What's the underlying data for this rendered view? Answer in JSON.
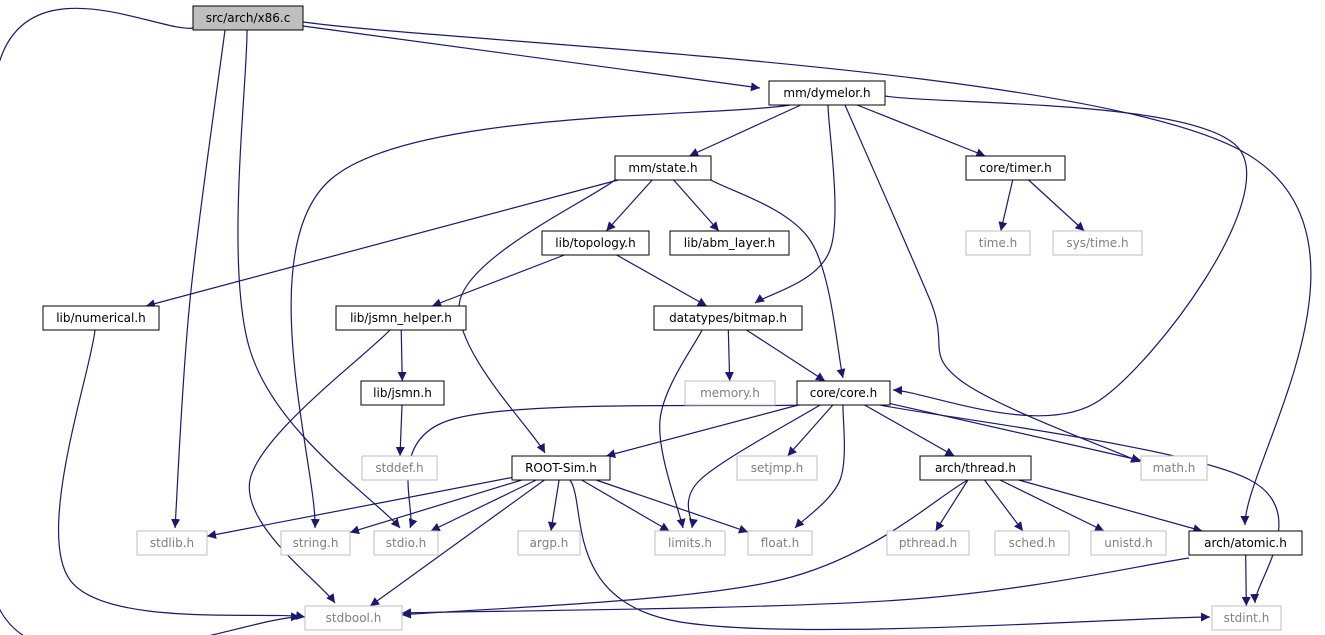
{
  "diagram": {
    "type": "include-dependency-graph",
    "colors": {
      "edge": "#191970",
      "root_fill": "#bfbfbf",
      "internal_border": "#000000",
      "system_border": "#bfbfbf",
      "internal_text": "#000000",
      "system_text": "#808080"
    },
    "nodes": [
      {
        "id": "x86",
        "label": "src/arch/x86.c",
        "kind": "root"
      },
      {
        "id": "dymelor",
        "label": "mm/dymelor.h",
        "kind": "internal"
      },
      {
        "id": "state",
        "label": "mm/state.h",
        "kind": "internal"
      },
      {
        "id": "timer",
        "label": "core/timer.h",
        "kind": "internal"
      },
      {
        "id": "topology",
        "label": "lib/topology.h",
        "kind": "internal"
      },
      {
        "id": "abm",
        "label": "lib/abm_layer.h",
        "kind": "internal"
      },
      {
        "id": "numerical",
        "label": "lib/numerical.h",
        "kind": "internal"
      },
      {
        "id": "jsmnh",
        "label": "lib/jsmn_helper.h",
        "kind": "internal"
      },
      {
        "id": "bitmap",
        "label": "datatypes/bitmap.h",
        "kind": "internal"
      },
      {
        "id": "jsmn",
        "label": "lib/jsmn.h",
        "kind": "internal"
      },
      {
        "id": "core",
        "label": "core/core.h",
        "kind": "internal"
      },
      {
        "id": "rootsim",
        "label": "ROOT-Sim.h",
        "kind": "internal"
      },
      {
        "id": "thread",
        "label": "arch/thread.h",
        "kind": "internal"
      },
      {
        "id": "atomic",
        "label": "arch/atomic.h",
        "kind": "internal"
      },
      {
        "id": "time",
        "label": "time.h",
        "kind": "system"
      },
      {
        "id": "systime",
        "label": "sys/time.h",
        "kind": "system"
      },
      {
        "id": "memory",
        "label": "memory.h",
        "kind": "system"
      },
      {
        "id": "stddef",
        "label": "stddef.h",
        "kind": "system"
      },
      {
        "id": "setjmp",
        "label": "setjmp.h",
        "kind": "system"
      },
      {
        "id": "math",
        "label": "math.h",
        "kind": "system"
      },
      {
        "id": "stdlib",
        "label": "stdlib.h",
        "kind": "system"
      },
      {
        "id": "string",
        "label": "string.h",
        "kind": "system"
      },
      {
        "id": "stdio",
        "label": "stdio.h",
        "kind": "system"
      },
      {
        "id": "argp",
        "label": "argp.h",
        "kind": "system"
      },
      {
        "id": "limits",
        "label": "limits.h",
        "kind": "system"
      },
      {
        "id": "float",
        "label": "float.h",
        "kind": "system"
      },
      {
        "id": "pthread",
        "label": "pthread.h",
        "kind": "system"
      },
      {
        "id": "sched",
        "label": "sched.h",
        "kind": "system"
      },
      {
        "id": "unistd",
        "label": "unistd.h",
        "kind": "system"
      },
      {
        "id": "stdbool",
        "label": "stdbool.h",
        "kind": "system"
      },
      {
        "id": "stdint",
        "label": "stdint.h",
        "kind": "system"
      }
    ],
    "edges": [
      {
        "from": "x86",
        "to": "dymelor"
      },
      {
        "from": "x86",
        "to": "atomic"
      },
      {
        "from": "x86",
        "to": "stdlib"
      },
      {
        "from": "x86",
        "to": "stdio"
      },
      {
        "from": "x86",
        "to": "stdbool"
      },
      {
        "from": "dymelor",
        "to": "state"
      },
      {
        "from": "dymelor",
        "to": "timer"
      },
      {
        "from": "dymelor",
        "to": "string"
      },
      {
        "from": "dymelor",
        "to": "bitmap"
      },
      {
        "from": "dymelor",
        "to": "core"
      },
      {
        "from": "dymelor",
        "to": "math"
      },
      {
        "from": "state",
        "to": "topology"
      },
      {
        "from": "state",
        "to": "abm"
      },
      {
        "from": "state",
        "to": "numerical"
      },
      {
        "from": "state",
        "to": "rootsim"
      },
      {
        "from": "state",
        "to": "core"
      },
      {
        "from": "timer",
        "to": "time"
      },
      {
        "from": "timer",
        "to": "systime"
      },
      {
        "from": "topology",
        "to": "jsmnh"
      },
      {
        "from": "topology",
        "to": "bitmap"
      },
      {
        "from": "numerical",
        "to": "stdbool"
      },
      {
        "from": "jsmnh",
        "to": "jsmn"
      },
      {
        "from": "jsmnh",
        "to": "stdbool"
      },
      {
        "from": "bitmap",
        "to": "memory"
      },
      {
        "from": "bitmap",
        "to": "core"
      },
      {
        "from": "bitmap",
        "to": "limits"
      },
      {
        "from": "jsmn",
        "to": "stddef"
      },
      {
        "from": "core",
        "to": "rootsim"
      },
      {
        "from": "core",
        "to": "setjmp"
      },
      {
        "from": "core",
        "to": "thread"
      },
      {
        "from": "core",
        "to": "math"
      },
      {
        "from": "core",
        "to": "stdint"
      },
      {
        "from": "core",
        "to": "limits"
      },
      {
        "from": "core",
        "to": "float"
      },
      {
        "from": "core",
        "to": "stdio"
      },
      {
        "from": "rootsim",
        "to": "stdlib"
      },
      {
        "from": "rootsim",
        "to": "string"
      },
      {
        "from": "rootsim",
        "to": "stdio"
      },
      {
        "from": "rootsim",
        "to": "argp"
      },
      {
        "from": "rootsim",
        "to": "limits"
      },
      {
        "from": "rootsim",
        "to": "float"
      },
      {
        "from": "rootsim",
        "to": "stdbool"
      },
      {
        "from": "rootsim",
        "to": "stdint"
      },
      {
        "from": "thread",
        "to": "pthread"
      },
      {
        "from": "thread",
        "to": "sched"
      },
      {
        "from": "thread",
        "to": "unistd"
      },
      {
        "from": "thread",
        "to": "atomic"
      },
      {
        "from": "thread",
        "to": "stdbool"
      },
      {
        "from": "atomic",
        "to": "stdint"
      },
      {
        "from": "atomic",
        "to": "stdbool"
      }
    ]
  }
}
